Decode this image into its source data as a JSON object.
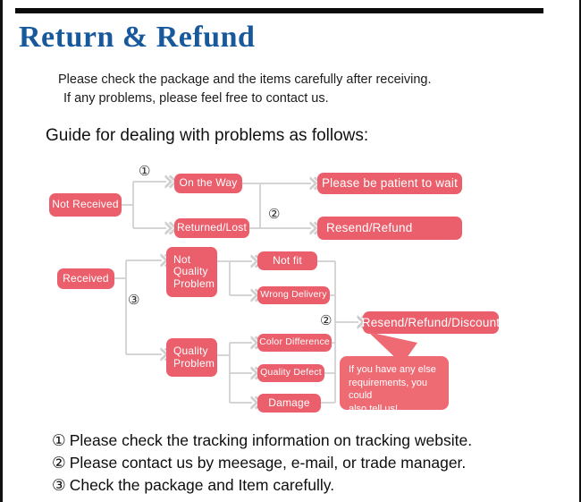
{
  "page": {
    "title": "Return & Refund",
    "title_color": "#17599b",
    "accent_color": "#ea5f6b",
    "rule_color": "#0b0b0b",
    "background": "#ffffff"
  },
  "intro": {
    "line1": "Please check the package and the items carefully after receiving.",
    "line2": "If any problems, please feel free to contact us."
  },
  "guide": {
    "heading": "Guide for dealing with problems as follows:"
  },
  "flowchart": {
    "nodes": {
      "not_received": "Not Received",
      "on_the_way": "On the Way",
      "returned_lost": "Returned/Lost",
      "please_wait": "Please be patient to wait",
      "resend_refund": "Resend/Refund",
      "received": "Received",
      "not_quality_problem": "Not\nQuality\nProblem",
      "quality_problem": "Quality\nProblem",
      "not_fit": "Not fit",
      "wrong_delivery": "Wrong Delivery",
      "color_difference": "Color Difference",
      "quality_defect": "Quality Defect",
      "damage": "Damage",
      "resend_refund_discount": "Resend/Refund/Discount"
    },
    "markers": {
      "m1": "①",
      "m2_top": "②",
      "m3": "③",
      "m2_bottom": "②"
    },
    "callout": {
      "text": "If you have any else\nrequirements, you could\nalso tell us!"
    }
  },
  "notes": [
    {
      "num": "①",
      "text": "Please check the tracking information on tracking website."
    },
    {
      "num": "②",
      "text": "Please contact us by meesage, e-mail, or trade manager."
    },
    {
      "num": "③",
      "text": "Check the package and Item carefully."
    }
  ]
}
